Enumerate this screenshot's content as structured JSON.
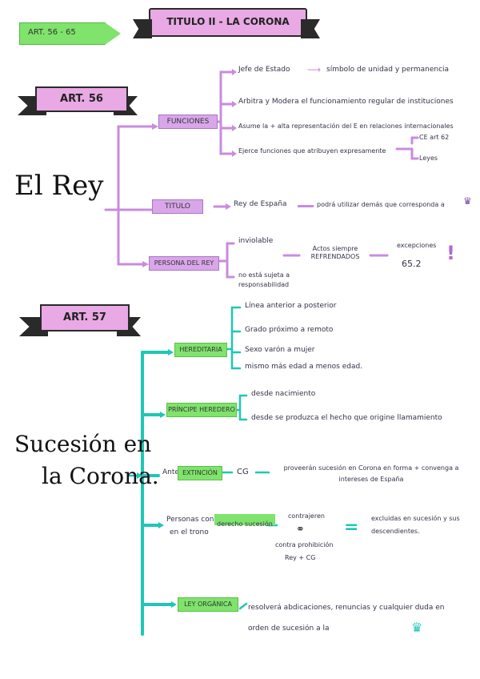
{
  "header": {
    "art_tag": "ART. 56 - 65",
    "title": "TITULO II - LA CORONA"
  },
  "section1": {
    "banner": "ART. 56",
    "heading": "El Rey",
    "funciones": {
      "label": "FUNCIONES",
      "items": [
        "Jefe de Estado",
        "símbolo de unidad y permanencia",
        "Arbitra y Modera el funcionamiento regular de instituciones",
        "Asume la + alta representación del E en relaciones internacionales",
        "Ejerce funciones que atribuyen expresamente",
        "CE art 62",
        "Leyes"
      ]
    },
    "titulo": {
      "label": "TITULO",
      "items": [
        "Rey de España",
        "podrá utilizar demás que corresponda a"
      ]
    },
    "persona": {
      "label": "PERSONA DEL REY",
      "items": [
        "inviolable",
        "no está sujeta a responsabilidad",
        "Actos siempre REFRENDADOS",
        "excepciones",
        "65.2",
        "!"
      ]
    }
  },
  "section2": {
    "banner": "ART. 57",
    "heading_line1": "Sucesión en",
    "heading_line2": "la Corona.",
    "hereditaria": {
      "label": "HEREDITARIA",
      "items": [
        "Línea anterior a posterior",
        "Grado próximo a remoto",
        "Sexo varón a mujer",
        "mismo más edad a menos edad."
      ]
    },
    "principe": {
      "label": "PRÍNCIPE HEREDERO",
      "items": [
        "desde nacimiento",
        "desde se produzca el hecho que origine llamamiento"
      ]
    },
    "extincion": {
      "prefix": "Ante",
      "label": "EXTINCIÓN",
      "cg": "CG",
      "item": "proveerán sucesión en Corona en forma + convenga a intereses de España"
    },
    "personas": {
      "text_a": "Personas con",
      "highlight": "derecho sucesión",
      "text_b": "en el trono",
      "contrajeren": "contrajeren",
      "contra": "contra prohibición",
      "rey_cg": "Rey + CG",
      "equals": "=",
      "result": "excluidas en sucesión y sus descendientes."
    },
    "ley": {
      "label": "LEY ORGÁNICA",
      "item": "resolverá abdicaciones, renuncias y cualquier duda en orden de sucesión a la"
    }
  },
  "colors": {
    "pink": "#d9a6ea",
    "pink_line": "#c98be0",
    "green": "#7fe36c",
    "teal": "#1ec7b5",
    "banner_pink": "#e8a9e4",
    "banner_dark": "#2a2a2a"
  }
}
